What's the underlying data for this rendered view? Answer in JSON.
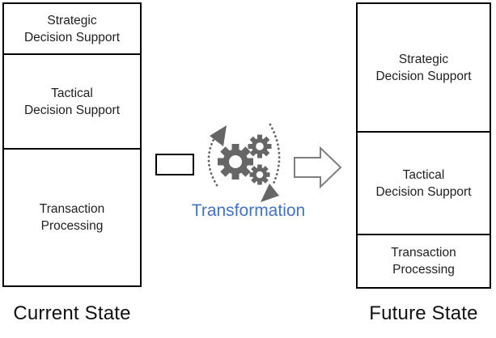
{
  "current_state": {
    "title": "Current State",
    "boxes": [
      {
        "line1": "Strategic",
        "line2": "Decision Support"
      },
      {
        "line1": "Tactical",
        "line2": "Decision Support"
      },
      {
        "line1": "Transaction",
        "line2": "Processing"
      }
    ]
  },
  "future_state": {
    "title": "Future State",
    "boxes": [
      {
        "line1": "Strategic",
        "line2": "Decision Support"
      },
      {
        "line1": "Tactical",
        "line2": "Decision Support"
      },
      {
        "line1": "Transaction",
        "line2": "Processing"
      }
    ]
  },
  "center": {
    "label": "Transformation",
    "icons": [
      "gears-icon",
      "rotation-arrows-icon",
      "block-arrow-right-icon",
      "small-rectangle"
    ]
  },
  "colors": {
    "transformation_text": "#4472C4",
    "gears": "#666666",
    "rotation_arrows": "#666666",
    "block_arrow_outline": "#7F7F7F",
    "box_border": "#000000",
    "text": "#1F1F1F"
  }
}
